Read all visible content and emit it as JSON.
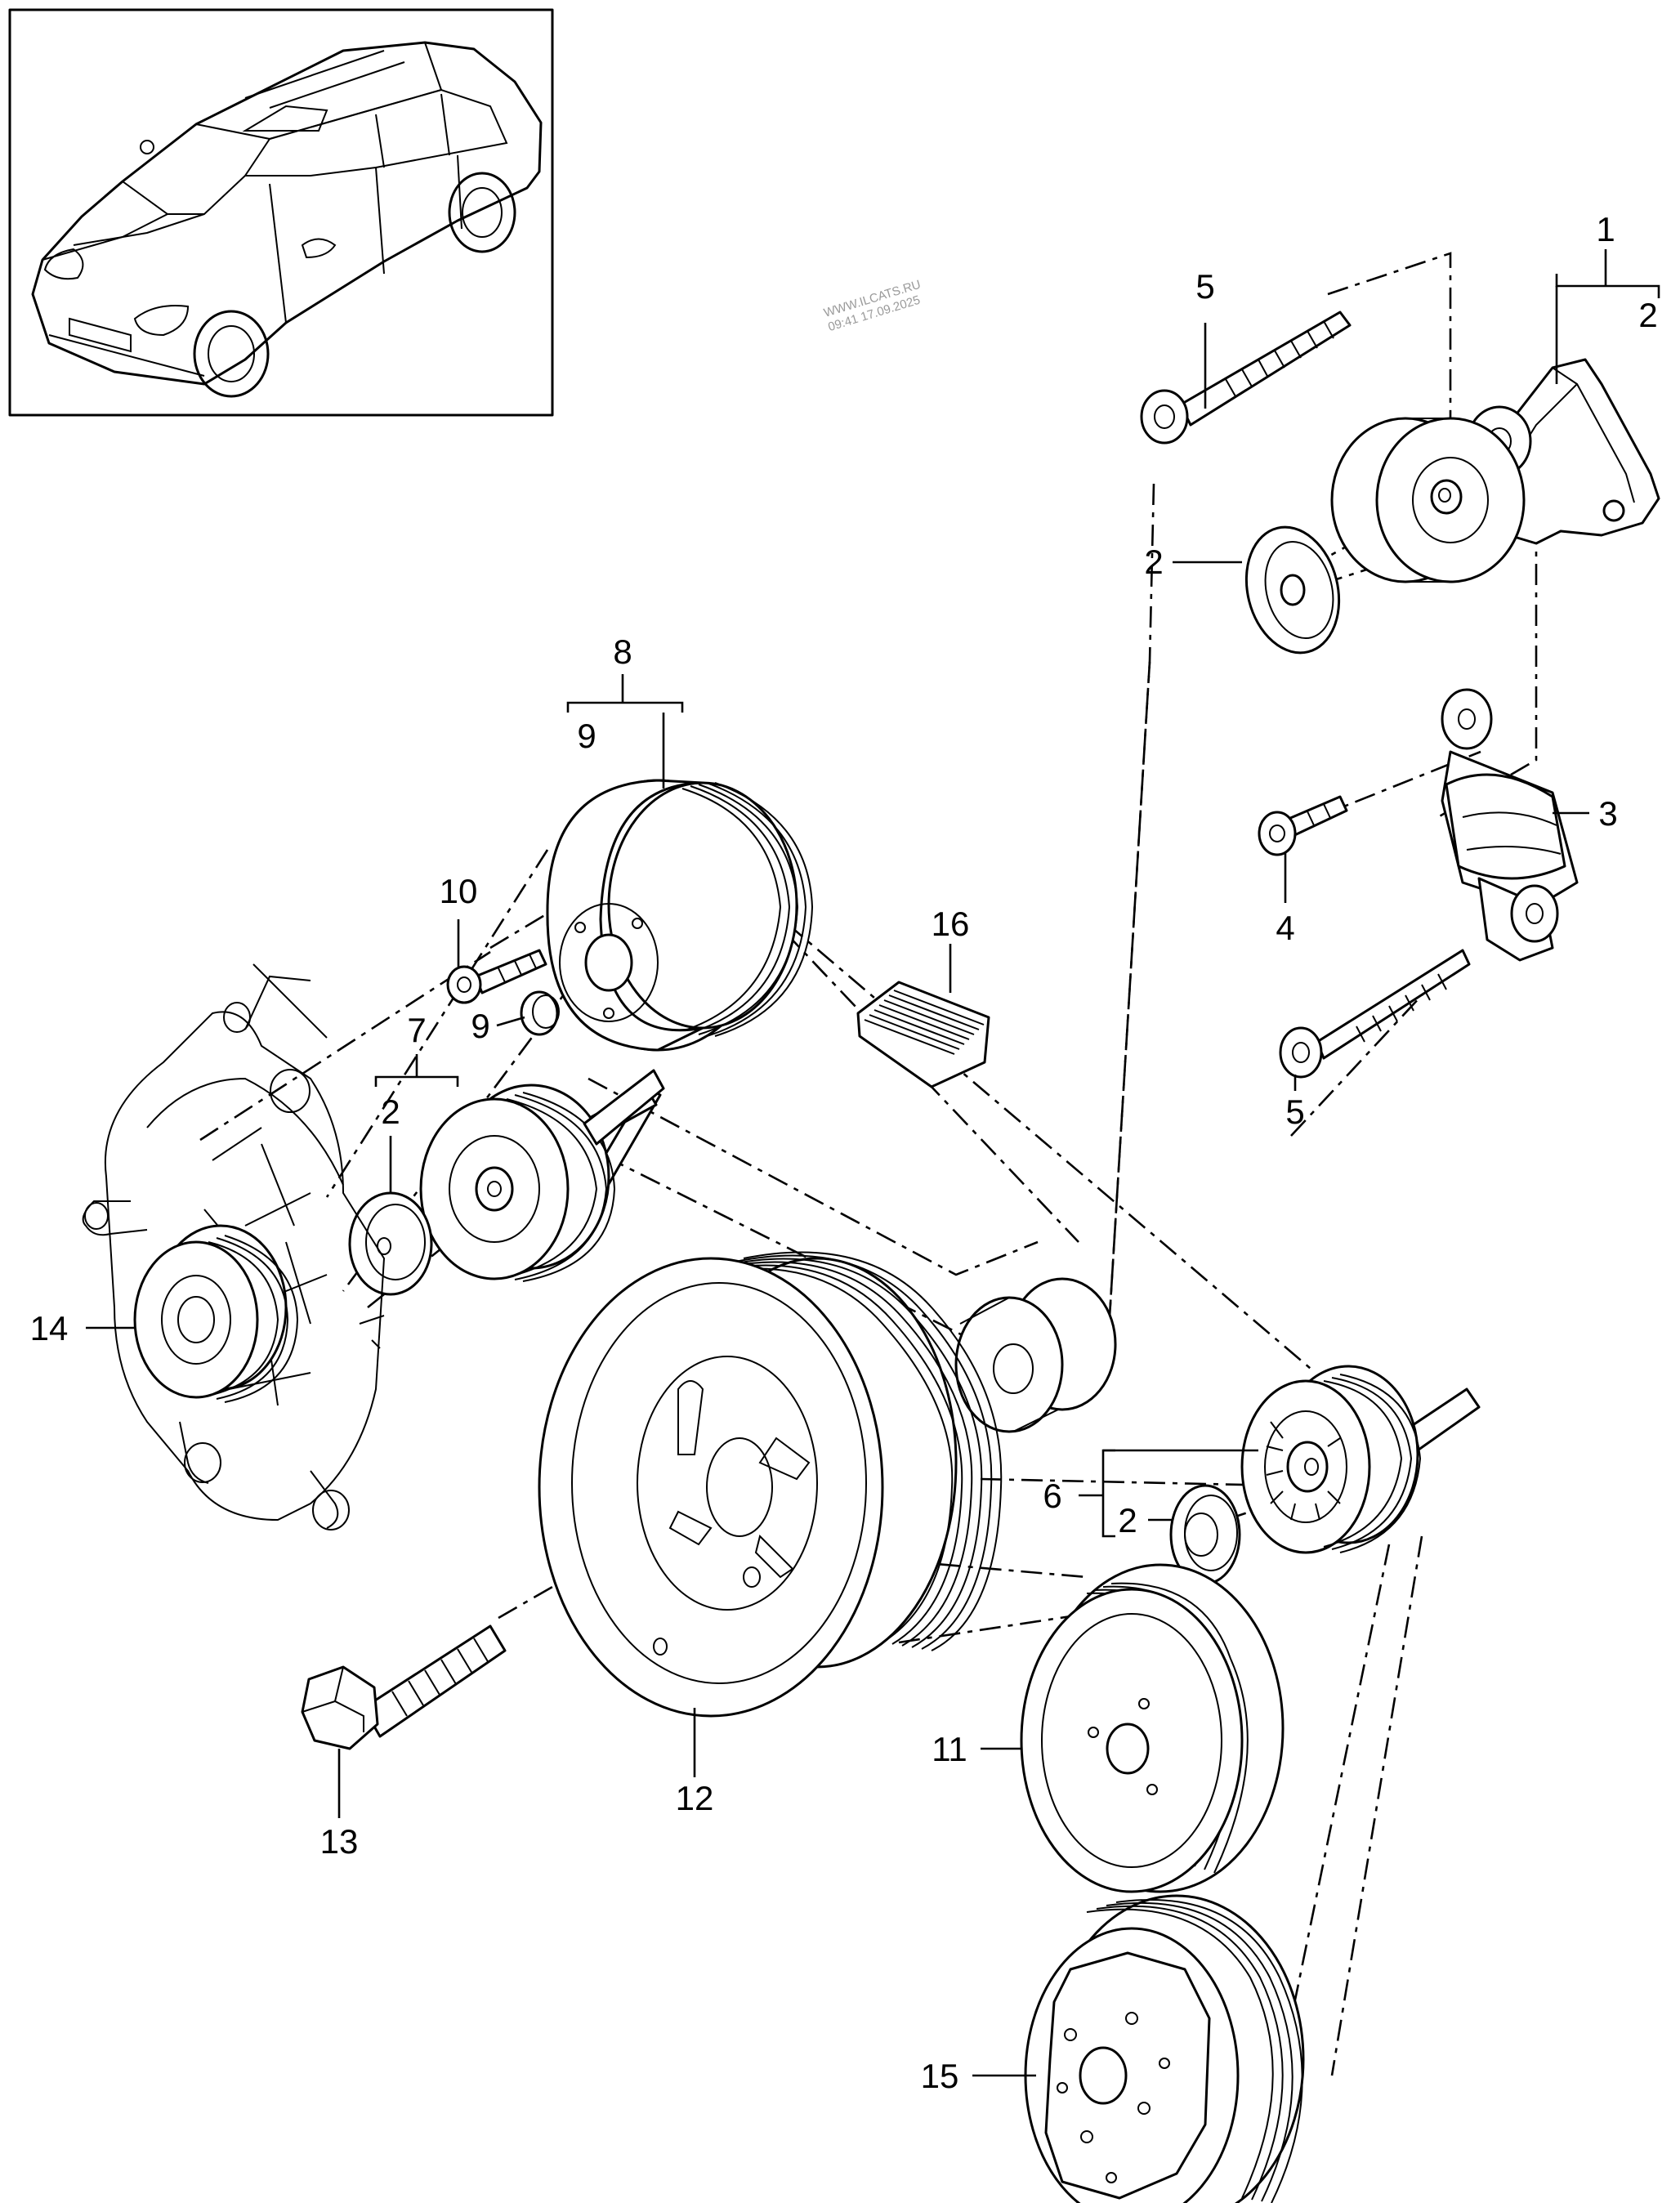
{
  "watermark": {
    "line1": "WWW.ILCATS.RU",
    "line2": "09:41 17.09.2025"
  },
  "callouts": [
    {
      "id": "c1",
      "label": "1"
    },
    {
      "id": "c2a",
      "label": "2"
    },
    {
      "id": "c5a",
      "label": "5"
    },
    {
      "id": "c2b",
      "label": "2"
    },
    {
      "id": "c8",
      "label": "8"
    },
    {
      "id": "c9a",
      "label": "9"
    },
    {
      "id": "c3",
      "label": "3"
    },
    {
      "id": "c4",
      "label": "4"
    },
    {
      "id": "c16",
      "label": "16"
    },
    {
      "id": "c10",
      "label": "10"
    },
    {
      "id": "c9b",
      "label": "9"
    },
    {
      "id": "c7",
      "label": "7"
    },
    {
      "id": "c5b",
      "label": "5"
    },
    {
      "id": "c2c",
      "label": "2"
    },
    {
      "id": "c14",
      "label": "14"
    },
    {
      "id": "c6",
      "label": "6"
    },
    {
      "id": "c2d",
      "label": "2"
    },
    {
      "id": "c11",
      "label": "11"
    },
    {
      "id": "c12",
      "label": "12"
    },
    {
      "id": "c13",
      "label": "13"
    },
    {
      "id": "c15",
      "label": "15"
    }
  ]
}
